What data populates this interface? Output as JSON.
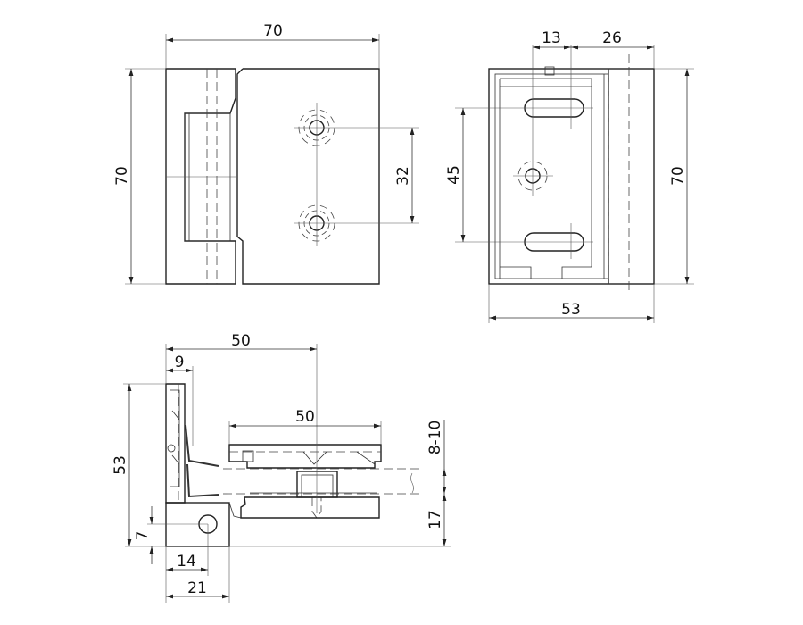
{
  "drawing": {
    "front_view": {
      "width": "70",
      "height": "70",
      "hole_spacing": "32"
    },
    "side_view": {
      "offset_a": "13",
      "offset_b": "26",
      "height": "70",
      "slot_spacing": "45",
      "width": "53"
    },
    "bottom_view": {
      "overall": "50",
      "leaf_thickness": "9",
      "height": "53",
      "clamp_length": "50",
      "glass_thickness": "8-10",
      "base_height": "17",
      "pivot_height": "7",
      "pivot_offset": "14",
      "base_width": "21"
    }
  }
}
